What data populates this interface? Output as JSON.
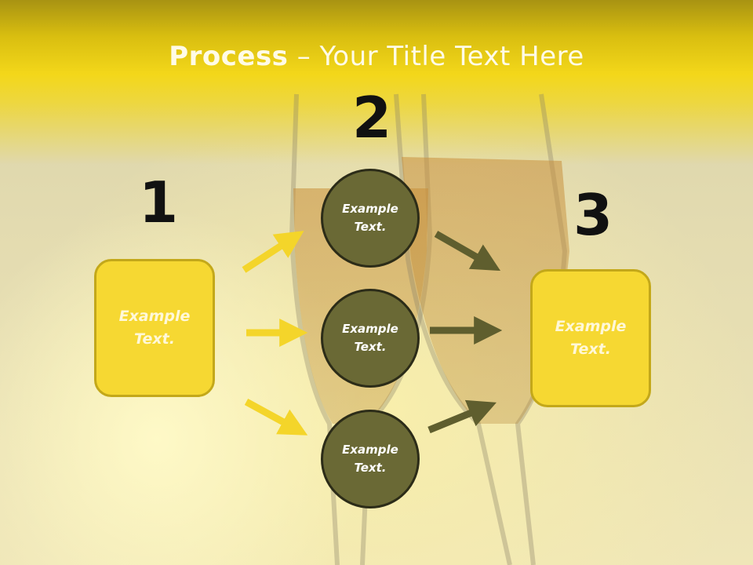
{
  "slide": {
    "title_bold": "Process",
    "title_rest": " – Your Title Text Here",
    "steps": [
      {
        "number": "1",
        "text_line1": "Example",
        "text_line2": "Text."
      },
      {
        "number": "2"
      },
      {
        "number": "3",
        "text_line1": "Example",
        "text_line2": "Text."
      }
    ],
    "circles": [
      {
        "text_line1": "Example",
        "text_line2": "Text."
      },
      {
        "text_line1": "Example",
        "text_line2": "Text."
      },
      {
        "text_line1": "Example",
        "text_line2": "Text."
      }
    ]
  },
  "colors": {
    "title_bar": "#f3d71a",
    "box_fill": "#f6d832",
    "circle_fill": "#6a6935",
    "left_arrow": "#f4d52a",
    "right_arrow": "#5f5e2e"
  }
}
